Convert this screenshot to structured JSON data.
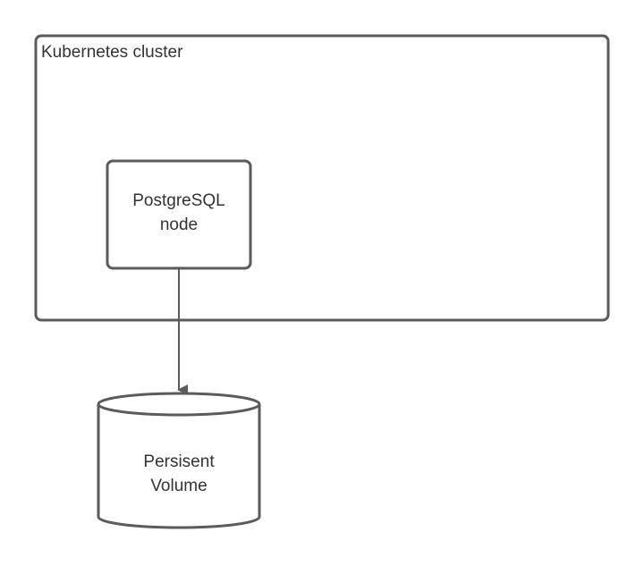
{
  "cluster": {
    "label": "Kubernetes cluster"
  },
  "postgres_node": {
    "line1": "PostgreSQL",
    "line2": "node"
  },
  "volume": {
    "line1": "Persisent",
    "line2": "Volume"
  },
  "colors": {
    "stroke": "#5b5b5b",
    "text": "#333333",
    "background": "#ffffff"
  }
}
